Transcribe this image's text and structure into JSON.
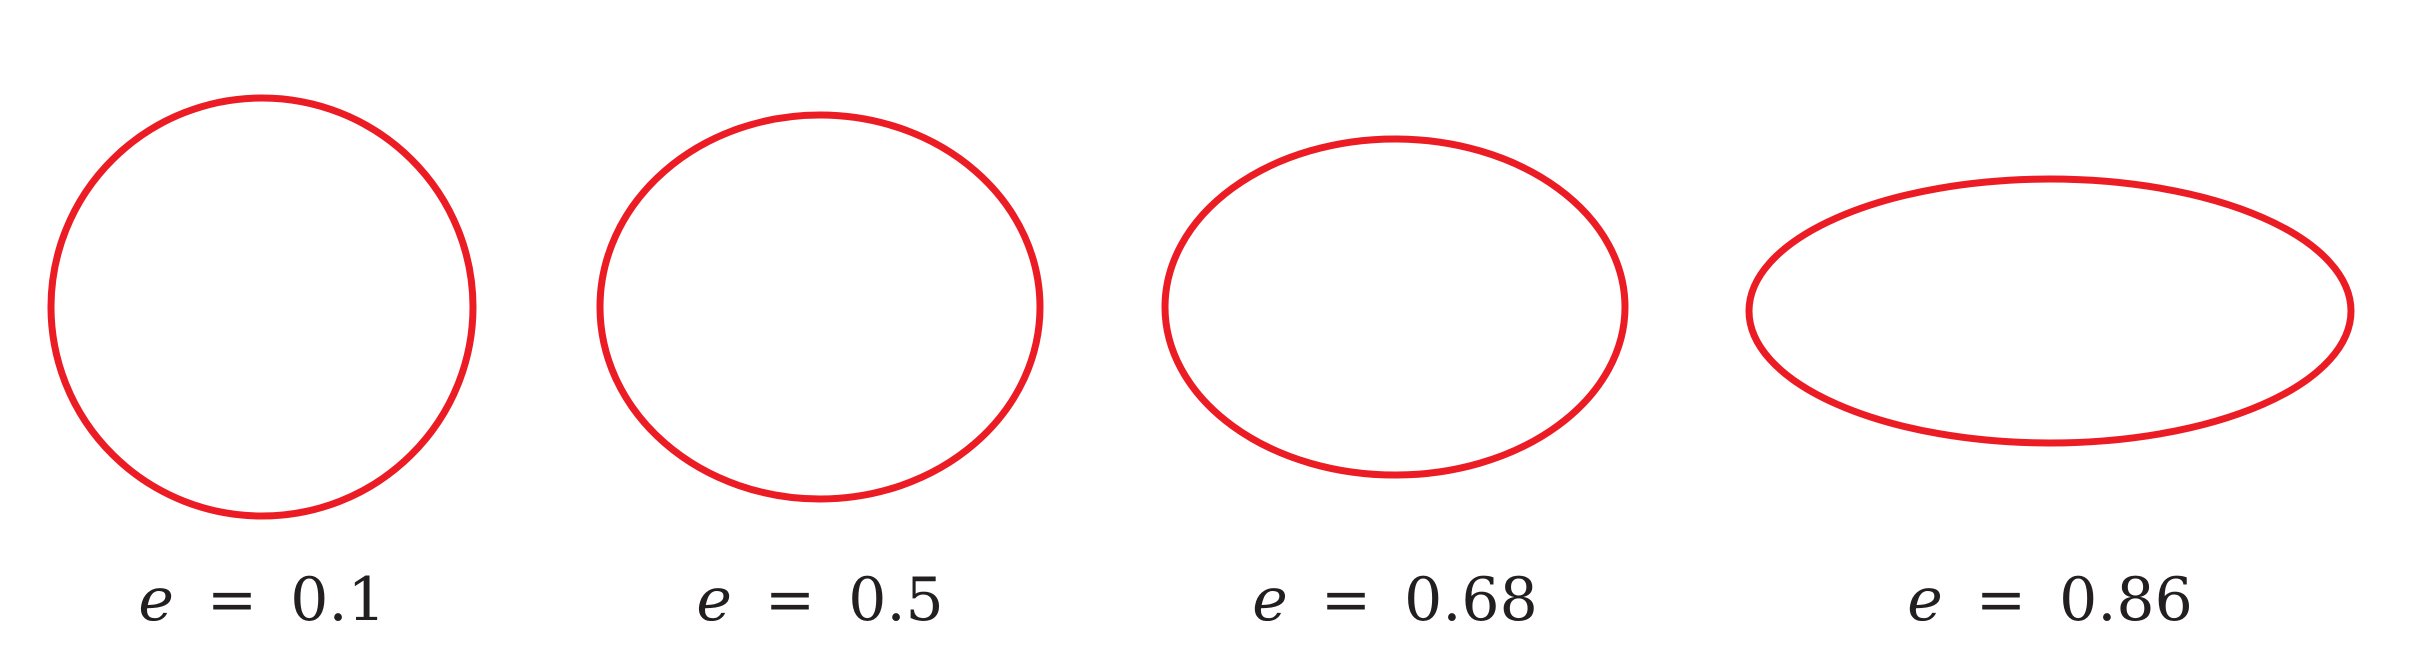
{
  "colors": {
    "ellipse_stroke": "#ec1c24",
    "text": "#231f20"
  },
  "ellipses": [
    {
      "eccentricity": 0.1,
      "symbol": "e",
      "equals": "=",
      "value_label": "0.1"
    },
    {
      "eccentricity": 0.5,
      "symbol": "e",
      "equals": "=",
      "value_label": "0.5"
    },
    {
      "eccentricity": 0.68,
      "symbol": "e",
      "equals": "=",
      "value_label": "0.68"
    },
    {
      "eccentricity": 0.86,
      "symbol": "e",
      "equals": "=",
      "value_label": "0.86"
    }
  ]
}
